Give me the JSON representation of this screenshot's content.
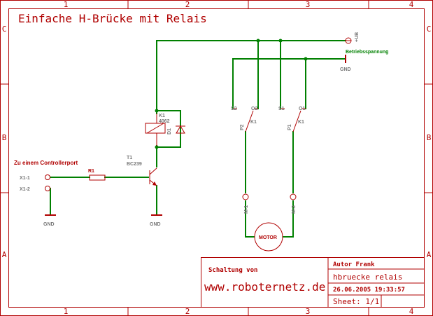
{
  "title": "Einfache H-Brücke mit Relais",
  "frame": {
    "columns": [
      "1",
      "2",
      "3",
      "4"
    ],
    "rows": [
      "C",
      "B",
      "A"
    ]
  },
  "labels": {
    "controller_port": "Zu einem Controllerport",
    "x1_1": "X1-1",
    "x1_2": "X1-2",
    "r1": "R1",
    "t1_name": "T1",
    "t1_value": "BC239",
    "k1_name": "K1",
    "k1_value": "4062",
    "d1": "D1",
    "gnd_left": "GND",
    "gnd_mid": "GND",
    "gnd_right": "GND",
    "vcc": "+UB",
    "supply": "Betriebsspannung",
    "relay_k1_left": "K1",
    "relay_k1_right": "K1",
    "p1": "P1",
    "p2": "P2",
    "s1_left": "S2",
    "o1_left": "O2",
    "s1_right": "S1",
    "o1_right": "O1",
    "motor": "MOTOR",
    "m_1": "M-1",
    "m_2": "M-2"
  },
  "title_block": {
    "schaltung_von": "Schaltung von",
    "website": "www.roboternetz.de",
    "author": "Autor Frank",
    "filename": "hbruecke relais",
    "date": "26.06.2005 19:33:57",
    "sheet": "Sheet: 1/1"
  },
  "colors": {
    "frame": "#b00000",
    "wire": "#008000",
    "component": "#b00000"
  }
}
